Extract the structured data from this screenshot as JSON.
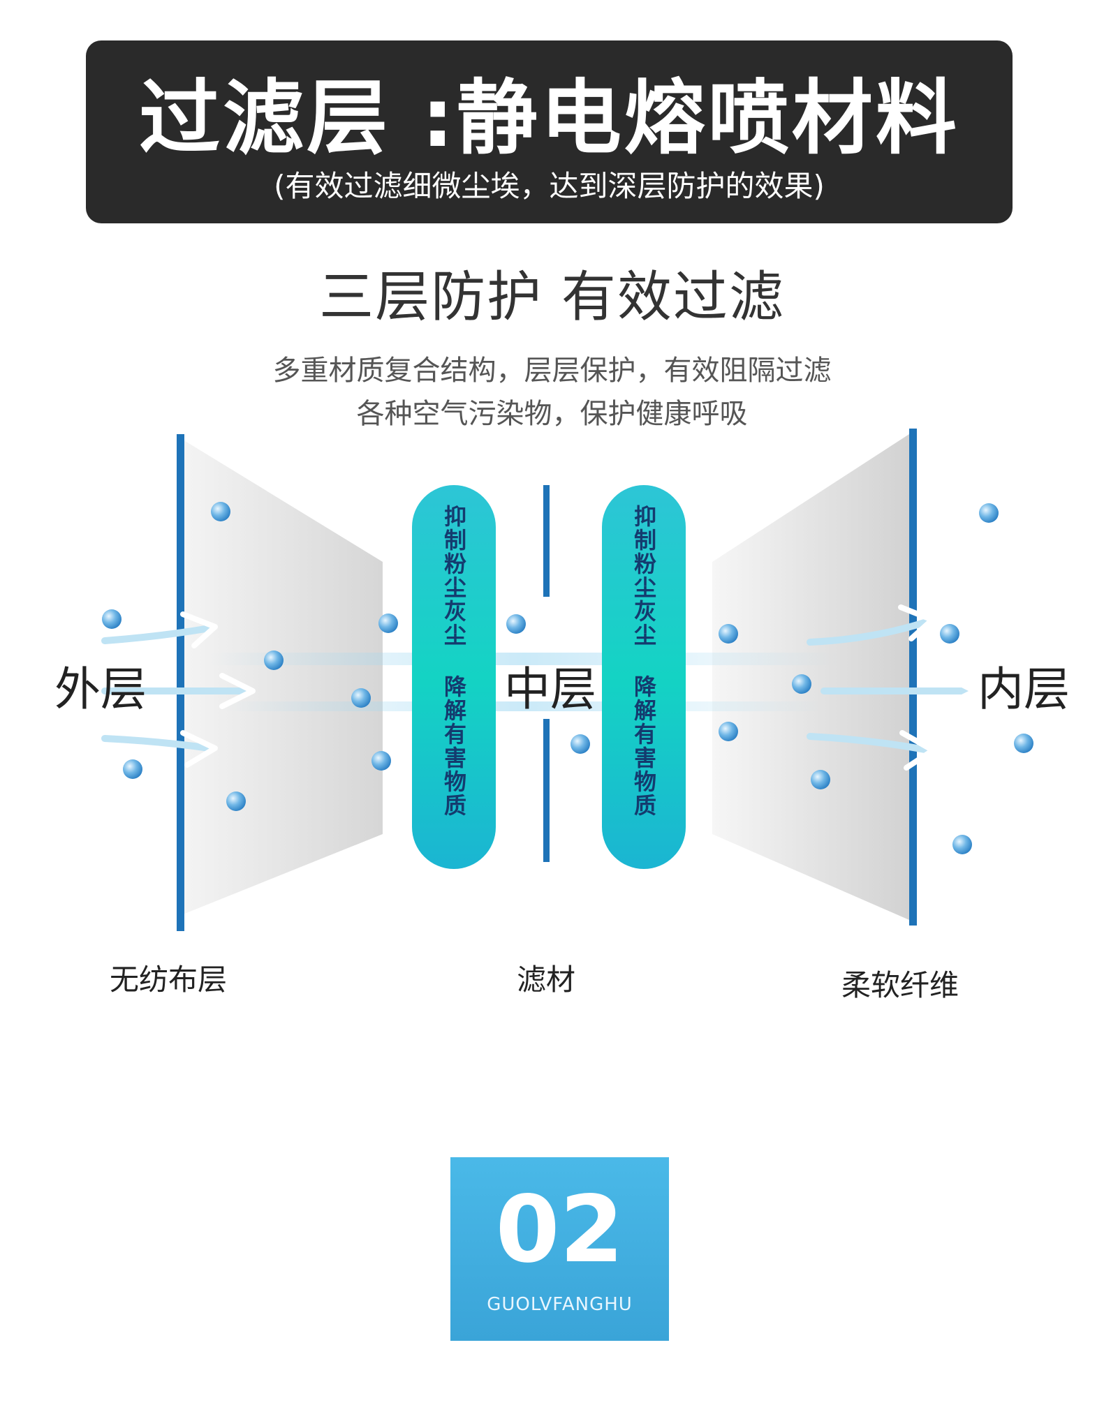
{
  "header": {
    "title": "过滤层 :静电熔喷材料",
    "subtitle": "(有效过滤细微尘埃，达到深层防护的效果)"
  },
  "section": {
    "heading": "三层防护 有效过滤",
    "desc_line1": "多重材质复合结构，层层保护，有效阻隔过滤",
    "desc_line2": "各种空气污染物，保护健康呼吸"
  },
  "diagram": {
    "outer_label": "外层",
    "middle_label": "中层",
    "inner_label": "内层",
    "band_left_text": "抑制粉尘灰尘 降解有害物质",
    "band_right_text": "抑制粉尘灰尘 降解有害物质",
    "accent_color": "#1e73b8",
    "band_color": "#19c9c8"
  },
  "layers": {
    "left": "无纺布层",
    "middle": "滤材",
    "right": "柔软纤维"
  },
  "badge": {
    "number": "02",
    "subtitle": "GUOLVFANGHU"
  }
}
